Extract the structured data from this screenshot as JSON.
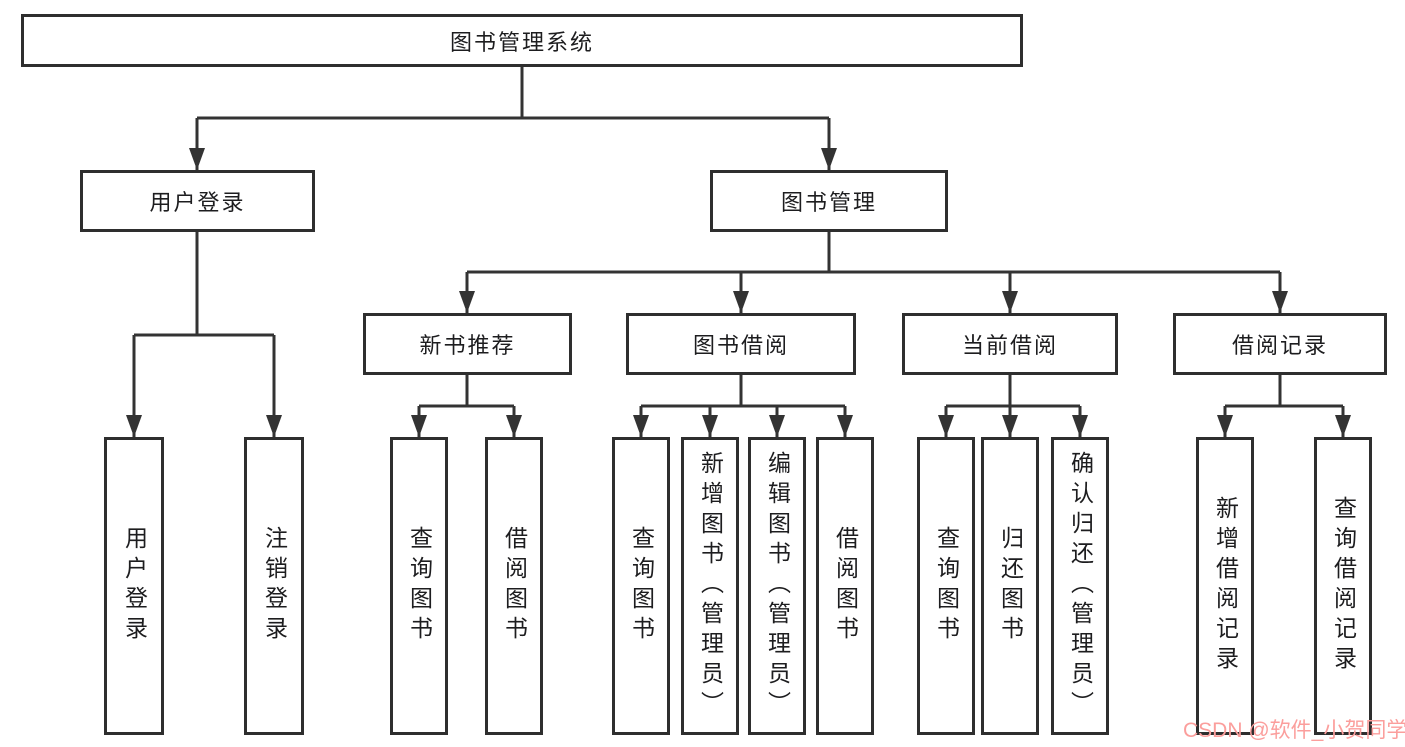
{
  "tree": {
    "root": {
      "label": "图书管理系统"
    },
    "branches": [
      {
        "label": "用户登录",
        "children": [
          {
            "label": "用户登录"
          },
          {
            "label": "注销登录"
          }
        ]
      },
      {
        "label": "图书管理",
        "children": [
          {
            "label": "新书推荐",
            "children": [
              {
                "label": "查询图书"
              },
              {
                "label": "借阅图书"
              }
            ]
          },
          {
            "label": "图书借阅",
            "children": [
              {
                "label": "查询图书"
              },
              {
                "label": "新增图书（管理员）"
              },
              {
                "label": "编辑图书（管理员）"
              },
              {
                "label": "借阅图书"
              }
            ]
          },
          {
            "label": "当前借阅",
            "children": [
              {
                "label": "查询图书"
              },
              {
                "label": "归还图书"
              },
              {
                "label": "确认归还（管理员）"
              }
            ]
          },
          {
            "label": "借阅记录",
            "children": [
              {
                "label": "新增借阅记录"
              },
              {
                "label": "查询借阅记录"
              }
            ]
          }
        ]
      }
    ]
  },
  "watermark": {
    "text": "CSDN @软件_小贺同学",
    "color": "#fb9e9c"
  },
  "colors": {
    "line": "#333333",
    "border": "#2e2e2e",
    "text": "#1d1d1f",
    "background": "#ffffff"
  }
}
